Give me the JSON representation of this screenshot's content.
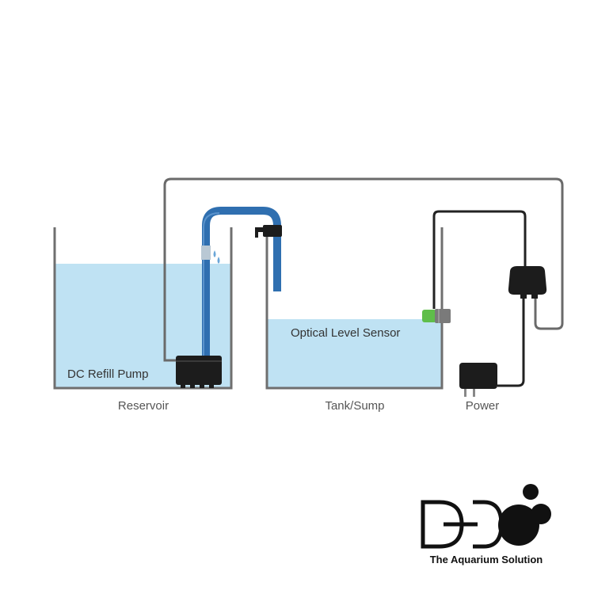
{
  "labels": {
    "pump": "DC Refill Pump",
    "sensor": "Optical Level Sensor"
  },
  "captions": {
    "reservoir": "Reservoir",
    "tank": "Tank/Sump",
    "power": "Power"
  },
  "logo": {
    "mark": "D-D",
    "tagline": "The Aquarium Solution"
  },
  "colors": {
    "water": "#bfe2f3",
    "tank_wall": "#6f6f6f",
    "tube": "#2f6fb0",
    "cable": "#6a6a6a",
    "device": "#1c1c1c",
    "sensor_green": "#5fbe4a"
  }
}
